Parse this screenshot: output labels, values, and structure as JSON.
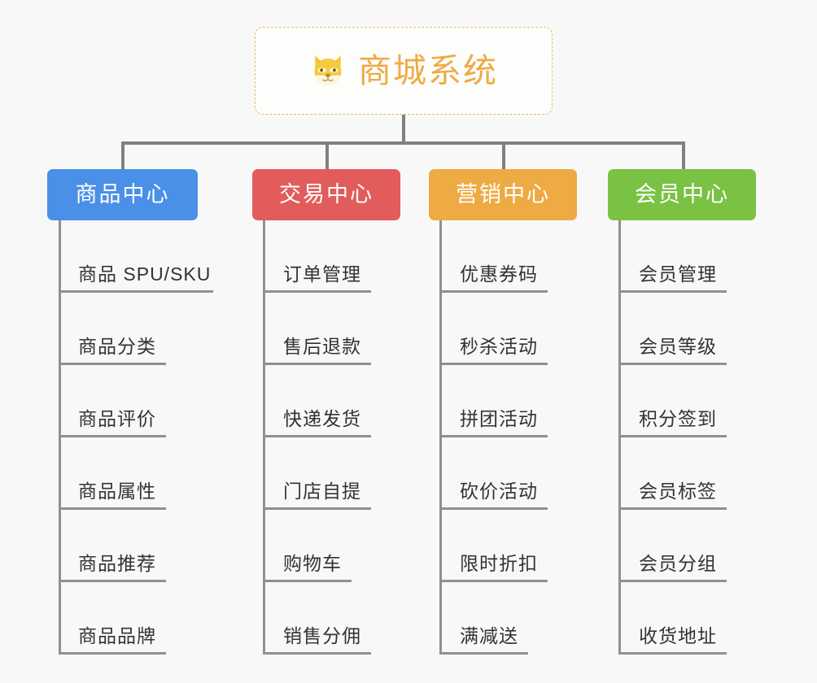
{
  "page": {
    "background_color": "#f8f8f8",
    "line_color": "#909090",
    "leaf_text_color": "#333333"
  },
  "root": {
    "title": "商城系统",
    "icon": "dog-face-icon",
    "text_color": "#eeab43",
    "border_color": "#e8b960",
    "background_color": "#fdfdfc"
  },
  "columns": [
    {
      "id": "product-center",
      "label": "商品中心",
      "color": "#4a90e8",
      "items": [
        "商品 SPU/SKU",
        "商品分类",
        "商品评价",
        "商品属性",
        "商品推荐",
        "商品品牌"
      ]
    },
    {
      "id": "trade-center",
      "label": "交易中心",
      "color": "#e25c5c",
      "items": [
        "订单管理",
        "售后退款",
        "快递发货",
        "门店自提",
        "购物车",
        "销售分佣"
      ]
    },
    {
      "id": "marketing-center",
      "label": "营销中心",
      "color": "#eeab43",
      "items": [
        "优惠券码",
        "秒杀活动",
        "拼团活动",
        "砍价活动",
        "限时折扣",
        "满减送"
      ]
    },
    {
      "id": "member-center",
      "label": "会员中心",
      "color": "#7ac243",
      "items": [
        "会员管理",
        "会员等级",
        "积分签到",
        "会员标签",
        "会员分组",
        "收货地址"
      ]
    }
  ]
}
